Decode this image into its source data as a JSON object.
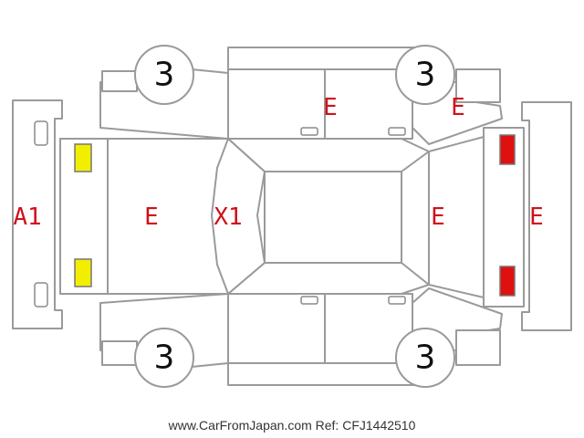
{
  "colors": {
    "damage_code": "#d0101b",
    "front_lamp": "#f2ee00",
    "rear_lamp": "#e01010",
    "outline": "#9a9a9a"
  },
  "wheels": {
    "front_left": "3",
    "rear_left": "3",
    "front_right": "3",
    "rear_right": "3"
  },
  "codes": {
    "front_bumper": "A1",
    "hood": "E",
    "windshield": "X1",
    "roof_rear_glass": "E",
    "rear_bumper": "E",
    "rear_left_door": "E",
    "rear_left_quarter": "E"
  },
  "icons": [
    "front-lamp-icon",
    "rear-lamp-icon",
    "door-handle-icon",
    "mirror-icon"
  ],
  "footer": "www.CarFromJapan.com Ref: CFJ1442510"
}
